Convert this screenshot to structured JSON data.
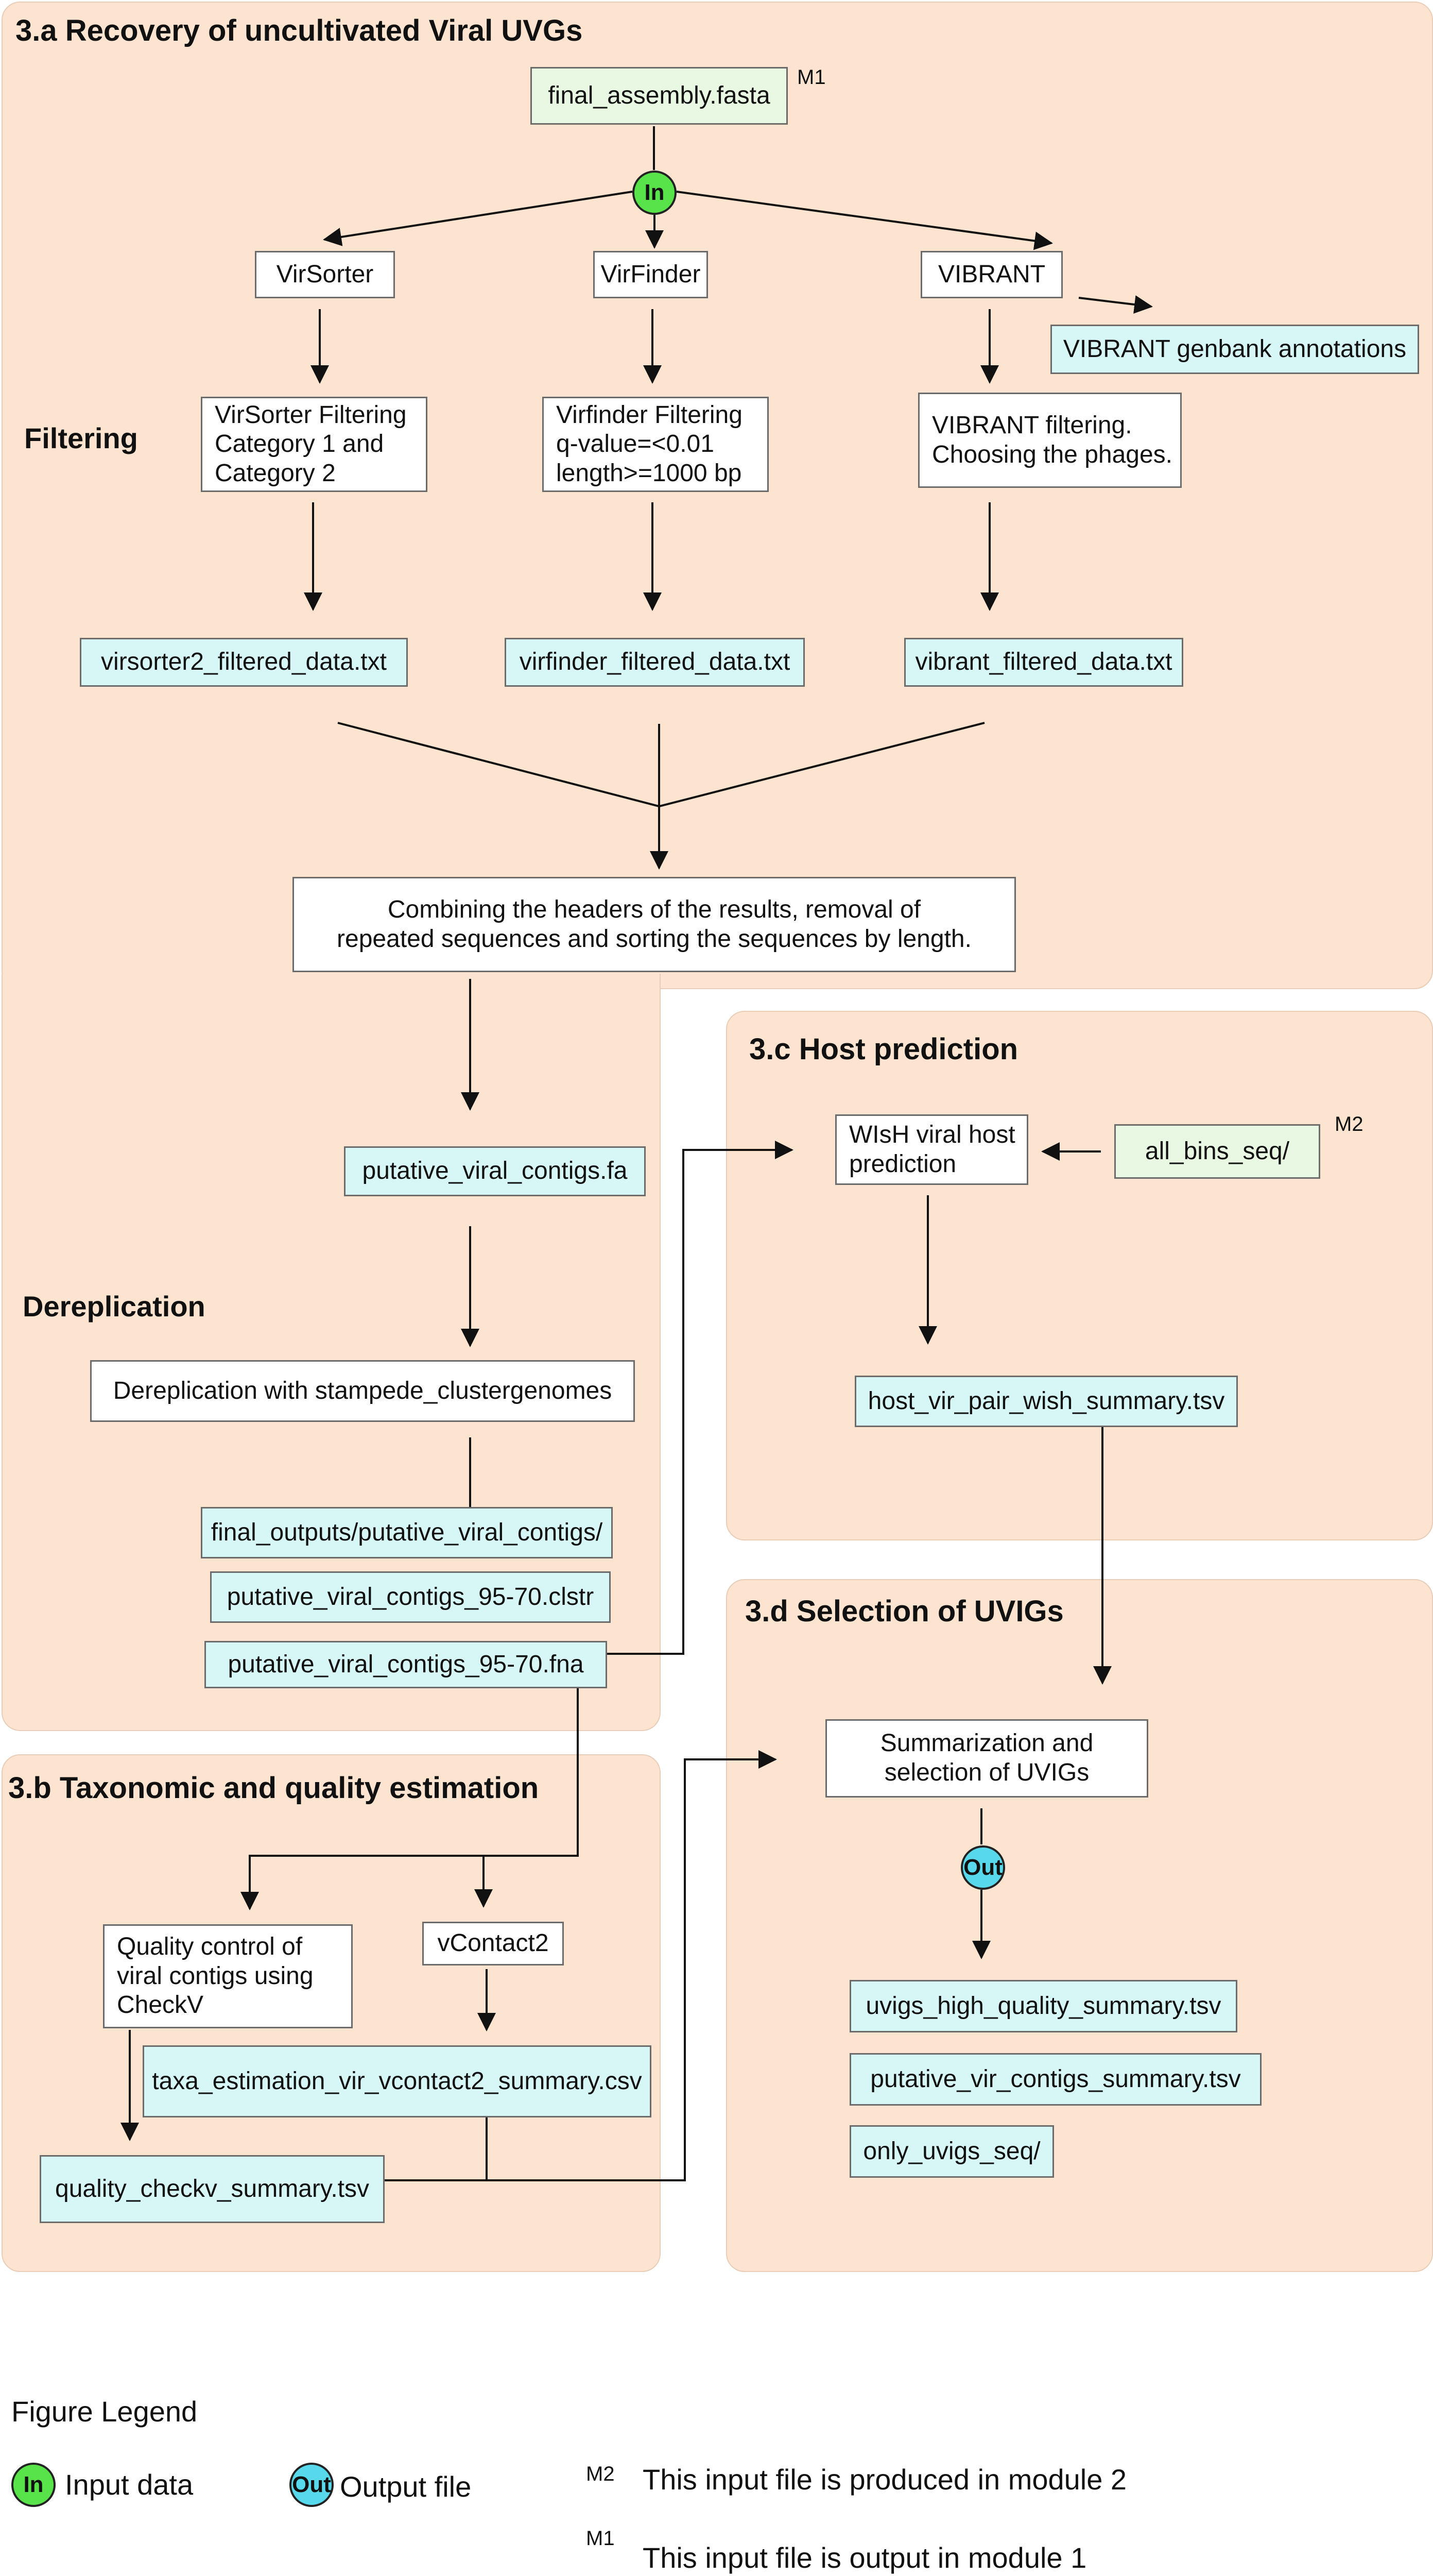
{
  "panels": {
    "a": {
      "title": "3.a Recovery of uncultivated Viral UVGs"
    },
    "b": {
      "title": "3.b Taxonomic and quality estimation"
    },
    "c": {
      "title": "3.c Host prediction"
    },
    "d": {
      "title": "3.d Selection of UVIGs"
    }
  },
  "sections": {
    "filtering": "Filtering",
    "dereplication": "Dereplication"
  },
  "markers": {
    "m1": "M1",
    "m2": "M2",
    "in": "In",
    "out": "Out"
  },
  "nodes": {
    "final_assembly": "final_assembly.fasta",
    "virsorter": "VirSorter",
    "virfinder": "VirFinder",
    "vibrant": "VIBRANT",
    "vibrant_genbank": "VIBRANT genbank annotations",
    "virsorter_filter": [
      "VirSorter Filtering",
      "Category 1 and",
      "Category 2"
    ],
    "virfinder_filter": [
      "Virfinder Filtering",
      "q-value=<0.01",
      "length>=1000 bp"
    ],
    "vibrant_filter": [
      "VIBRANT filtering.",
      "Choosing the phages."
    ],
    "virsorter_out": "virsorter2_filtered_data.txt",
    "virfinder_out": "virfinder_filtered_data.txt",
    "vibrant_out": "vibrant_filtered_data.txt",
    "combine": [
      "Combining the headers of the results, removal of",
      "repeated sequences and sorting the sequences by length."
    ],
    "putative_fa": "putative_viral_contigs.fa",
    "derep": "Dereplication with stampede_clustergenomes",
    "final_outputs": "final_outputs/putative_viral_contigs/",
    "clstr": "putative_viral_contigs_95-70.clstr",
    "fna": "putative_viral_contigs_95-70.fna",
    "wish": [
      "WIsH viral host",
      "prediction"
    ],
    "all_bins": "all_bins_seq/",
    "host_summary": "host_vir_pair_wish_summary.tsv",
    "checkv": [
      "Quality control of",
      "viral contigs using",
      "CheckV"
    ],
    "vcontact": "vContact2",
    "taxa": "taxa_estimation_vir_vcontact2_summary.csv",
    "quality": "quality_checkv_summary.tsv",
    "summ": [
      "Summarization and",
      "selection of UVIGs"
    ],
    "uvigs_hq": "uvigs_high_quality_summary.tsv",
    "putative_summary": "putative_vir_contigs_summary.tsv",
    "only_uvigs": "only_uvigs_seq/"
  },
  "legend": {
    "title": "Figure Legend",
    "input": "Input data",
    "output": "Output file",
    "m2_text": "This input file is produced in module 2",
    "m1_text": "This input file is output in module 1"
  }
}
